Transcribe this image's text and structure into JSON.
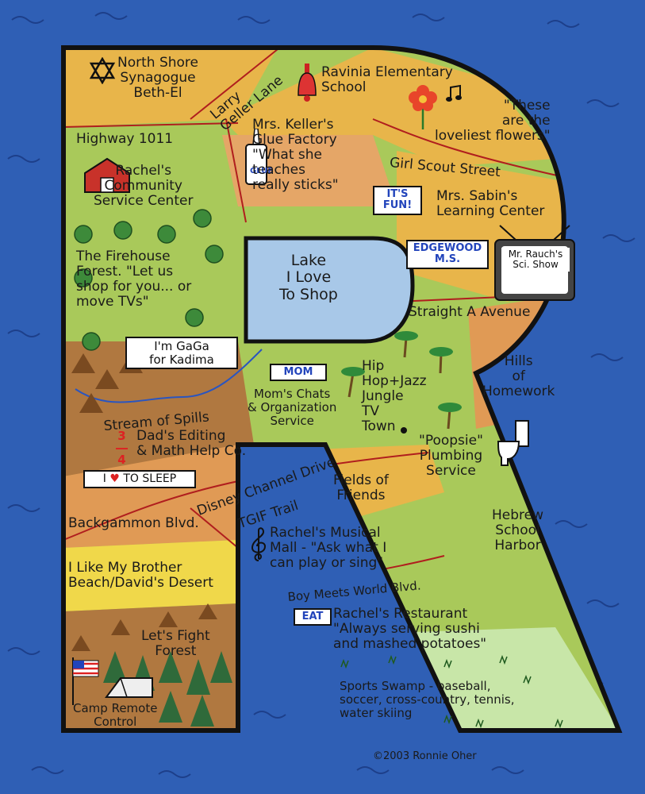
{
  "map": {
    "places": {
      "synagogue": "North Shore\nSynagogue\nBeth-El",
      "larry_geller_lane": "Larry\nGeller Lane",
      "ravinia_school": "Ravinia Elementary\nSchool",
      "flowers": "\"These\nare the\nloveliest flowers\"",
      "highway": "Highway 1011",
      "glue_factory": "Mrs. Keller's\nGlue Factory\n\"What she\nteaches\nreally sticks\"",
      "girl_scout_street": "Girl Scout Street",
      "community_center": "Rachel's\nCommunity\nService Center",
      "learning_center": "Mrs. Sabin's\nLearning Center",
      "lake": "Lake\nI Love\nTo Shop",
      "firehouse_forest": "The Firehouse\nForest. \"Let us\nshop for you... or\nmove TVs\"",
      "straight_a_avenue": "Straight A Avenue",
      "hills_of_homework": "Hills\nof\nHomework",
      "hip_hop_jungle": "Hip\nHop+Jazz\nJungle\nTV\nTown",
      "moms_chats": "Mom's Chats\n& Organization\nService",
      "stream_of_spills": "Stream of Spills",
      "dads_editing": "Dad's Editing\n& Math Help Co.",
      "poopsie_plumbing": "\"Poopsie\"\nPlumbing\nService",
      "disney_channel_drive": "Disney Channel Drive",
      "fields_of_friends": "Fields of\nFriends",
      "tgif_trail": "TGIF Trail",
      "backgammon_blvd": "Backgammon Blvd.",
      "hebrew_school_harbor": "Hebrew\nSchool\nHarbor",
      "musical_mall": "Rachel's Musical\nMall - \"Ask what I\ncan play or sing\"",
      "brother_beach": "I Like My Brother\nBeach/David's Desert",
      "boy_meets_world_blvd": "Boy Meets World Blvd.",
      "restaurant": "Rachel's Restaurant\n\"Always serving sushi\nand mashed potatoes\"",
      "lets_fight_forest": "Let's Fight\nForest",
      "sports_swamp": "Sports Swamp - baseball,\nsoccer, cross-country, tennis,\nwater skiing",
      "camp_remote_control": "Camp Remote\nControl"
    },
    "signs": {
      "glue": "GLUE",
      "its_fun": "IT'S\nFUN!",
      "edgewood": "EDGEWOOD\nM.S.",
      "sci_show": "Mr. Rauch's\nSci. Show",
      "kadima": "I'm GaGa\nfor Kadima",
      "mom": "MOM",
      "eat": "EAT",
      "sleep_pre": "I",
      "sleep_post": "TO SLEEP",
      "fraction_top": "3",
      "fraction_bottom": "4"
    },
    "copyright": "©2003 Ronnie Oher",
    "colors": {
      "water": "#2f5fb5",
      "letter_outline": "#111111",
      "gold": "#e8b54a",
      "light_green": "#a9c95a",
      "green": "#7fb043",
      "orange": "#e09a55",
      "brown": "#b07840",
      "yellow": "#f0d84a",
      "lake": "#a8c8e8",
      "pale_green": "#c8e6a8"
    },
    "icons": [
      "star-of-david-icon",
      "bell-icon",
      "flower-icon",
      "music-note-icon",
      "glue-bottle-icon",
      "barn-icon",
      "tree-icon",
      "tv-icon",
      "palm-tree-icon",
      "toilet-icon",
      "flag-icon",
      "treble-clef-icon",
      "tent-icon",
      "heart-icon",
      "pine-tree-icon",
      "mountain-icon"
    ]
  }
}
